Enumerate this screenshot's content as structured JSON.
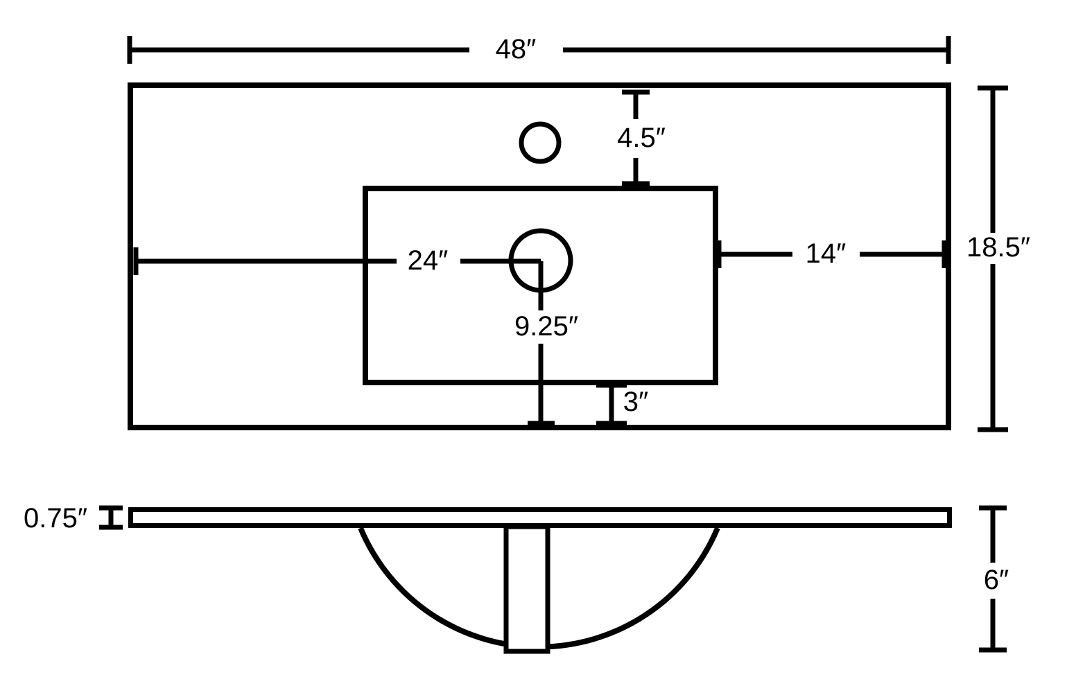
{
  "colors": {
    "line": "#000000",
    "background": "#ffffff"
  },
  "top_view": {
    "width_label": "48″",
    "faucet_offset_label": "4.5″",
    "drain_left_label": "24″",
    "right_gap_label": "14″",
    "depth_label": "18.5″",
    "drain_bottom_label": "9.25″",
    "front_gap_label": "3″"
  },
  "front_view": {
    "thickness_label": "0.75″",
    "bowl_depth_label": "6″"
  }
}
